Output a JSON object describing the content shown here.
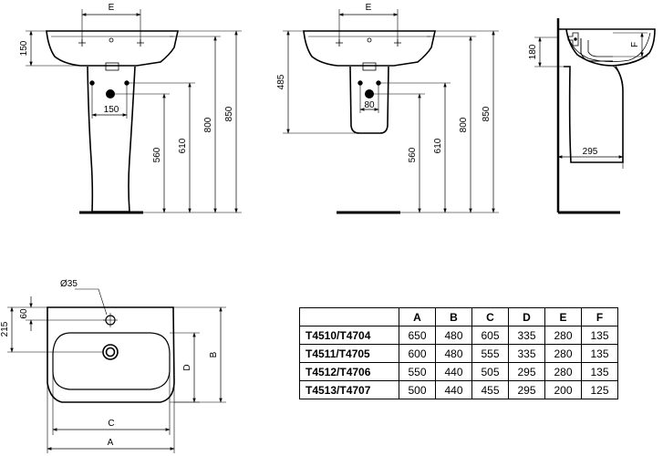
{
  "labels": {
    "front": {
      "e": "E",
      "d150h": "150",
      "d150v": "150",
      "d560": "560",
      "d610": "610",
      "d800": "800",
      "d850": "850"
    },
    "half": {
      "e": "E",
      "d485": "485",
      "d80": "80",
      "d560": "560",
      "d610": "610",
      "d800": "800",
      "d850": "850"
    },
    "side": {
      "d180": "180",
      "f": "F",
      "d295": "295"
    },
    "plan": {
      "d35": "Ø35",
      "d60": "60",
      "d215": "215",
      "d": "D",
      "b": "B",
      "c": "C",
      "a": "A"
    }
  },
  "table": {
    "headers": [
      "A",
      "B",
      "C",
      "D",
      "E",
      "F"
    ],
    "rows": [
      {
        "model": "T4510/T4704",
        "values": [
          "650",
          "480",
          "605",
          "335",
          "280",
          "135"
        ]
      },
      {
        "model": "T4511/T4705",
        "values": [
          "600",
          "480",
          "555",
          "335",
          "280",
          "135"
        ]
      },
      {
        "model": "T4512/T4706",
        "values": [
          "550",
          "440",
          "505",
          "295",
          "280",
          "135"
        ]
      },
      {
        "model": "T4513/T4707",
        "values": [
          "500",
          "440",
          "455",
          "295",
          "200",
          "125"
        ]
      }
    ]
  }
}
